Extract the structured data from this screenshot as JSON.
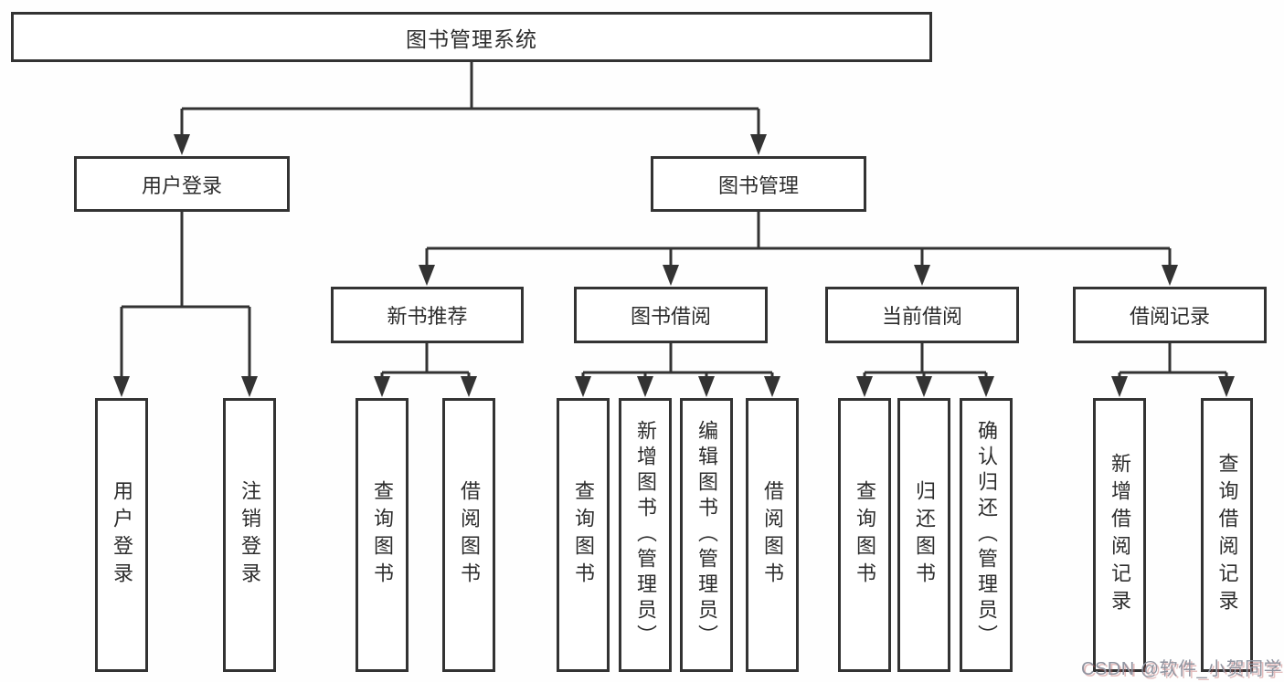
{
  "tree": {
    "root": {
      "label": "图书管理系统",
      "children": [
        {
          "label": "用户登录",
          "children": [
            {
              "label": "用户登录"
            },
            {
              "label": "注销登录"
            }
          ]
        },
        {
          "label": "图书管理",
          "children": [
            {
              "label": "新书推荐",
              "children": [
                {
                  "label": "查询图书"
                },
                {
                  "label": "借阅图书"
                }
              ]
            },
            {
              "label": "图书借阅",
              "children": [
                {
                  "label": "查询图书"
                },
                {
                  "label": "新增图书（管理员）"
                },
                {
                  "label": "编辑图书（管理员）"
                },
                {
                  "label": "借阅图书"
                }
              ]
            },
            {
              "label": "当前借阅",
              "children": [
                {
                  "label": "查询图书"
                },
                {
                  "label": "归还图书"
                },
                {
                  "label": "确认归还（管理员）"
                }
              ]
            },
            {
              "label": "借阅记录",
              "children": [
                {
                  "label": "新增借阅记录"
                },
                {
                  "label": "查询借阅记录"
                }
              ]
            }
          ]
        }
      ]
    }
  },
  "colors": {
    "line": "#333333",
    "box_fill": "#ffffff",
    "text": "#2d2d2d",
    "watermark": "#9094a0"
  },
  "watermark": {
    "text": "CSDN @软件_小贺同学"
  }
}
